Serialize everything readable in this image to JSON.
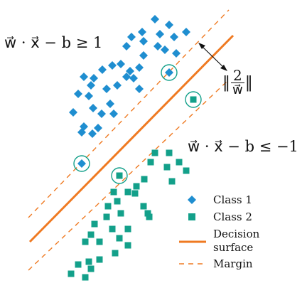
{
  "colors": {
    "class1": "#1f8ed0",
    "class2": "#13a08a",
    "decision": "#ef7a22",
    "margin": "#ef7a22"
  },
  "equations": {
    "upper": "w⃗ · x⃗ − b ≥ 1",
    "lower": "w⃗ · x⃗ − b ≤ −1",
    "margin_norm_left": "‖",
    "margin_num": "2",
    "margin_den": "w⃗",
    "margin_norm_right": "‖"
  },
  "legend": {
    "class1": "Class 1",
    "class2": "Class 2",
    "decision_line1": "Decision",
    "decision_line2": "surface",
    "margin": "Margin"
  },
  "icons": {
    "class1_marker": "diamond",
    "class2_marker": "square",
    "support_vector_marker": "circle",
    "margin_arrow": "double-headed-arrow"
  }
}
